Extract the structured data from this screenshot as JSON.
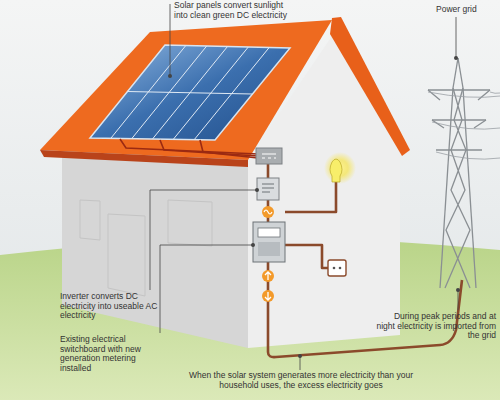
{
  "diagram": {
    "labels": [
      "Solar panels convert sunlight into clean green DC electricity",
      "Power grid",
      "Inverter converts DC electricity into useable AC electricity",
      "Existing electrical switchboard with new generation metering installed",
      "During peak periods and at night electricity is imported from the grid",
      "When the solar system generates more electricity than your household uses, the excess electricity goes"
    ]
  }
}
